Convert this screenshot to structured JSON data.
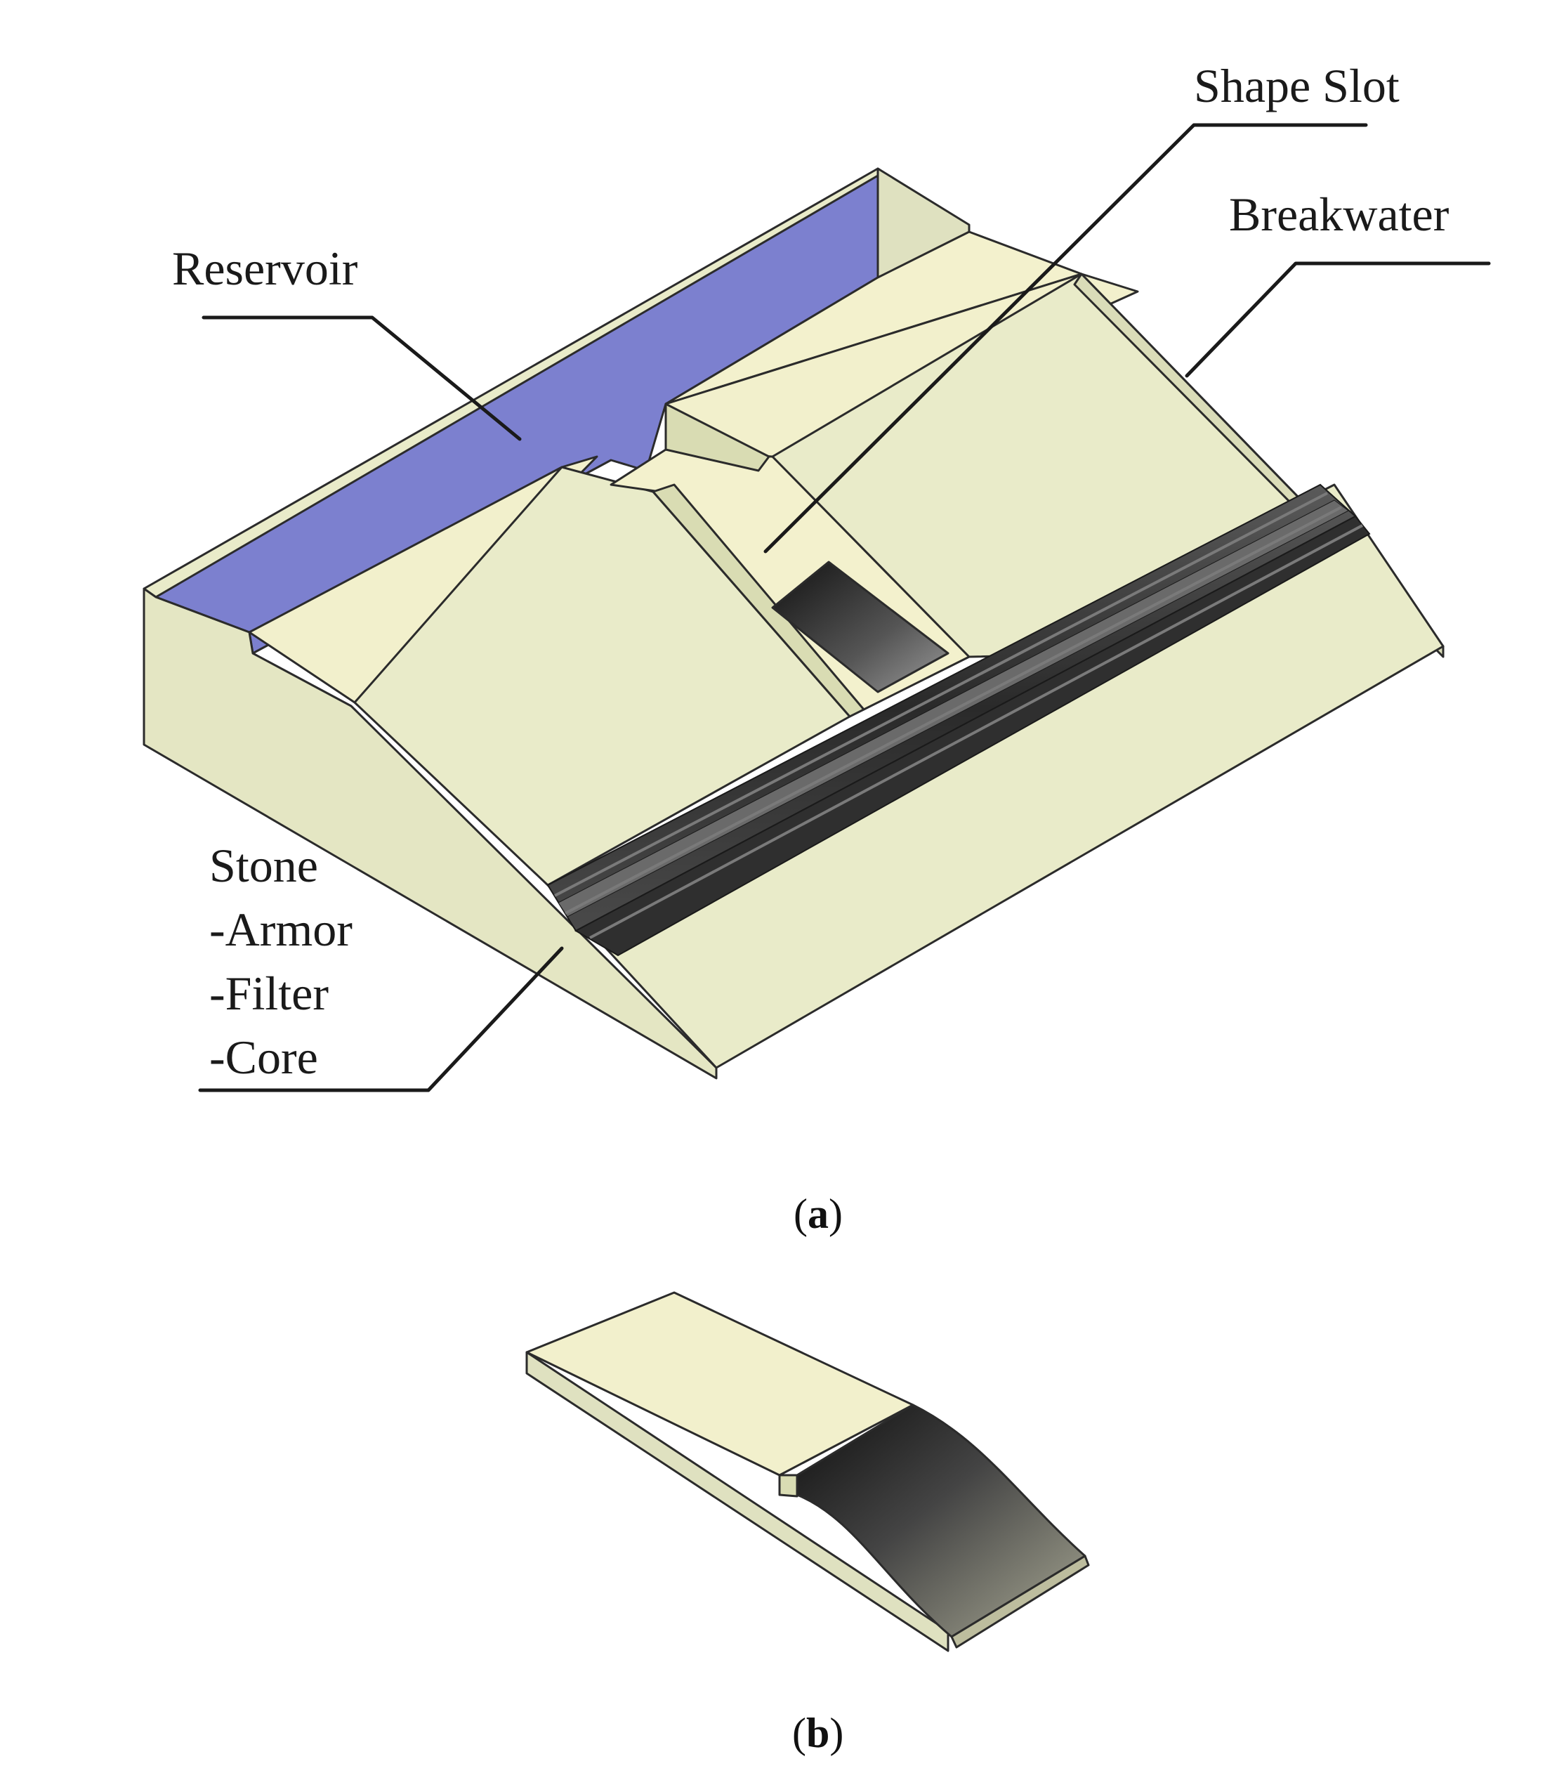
{
  "panel_a": {
    "labels": {
      "reservoir": "Reservoir",
      "shape_slot": "Shape Slot",
      "breakwater": "Breakwater",
      "stone": "Stone",
      "armor": "-Armor",
      "filter": "-Filter",
      "core": "-Core"
    },
    "caption_open": "(",
    "caption_letter": "a",
    "caption_close": ")"
  },
  "panel_b": {
    "caption_open": "(",
    "caption_letter": "b",
    "caption_close": ")"
  },
  "colors": {
    "body": "#e9ebc9",
    "body_light": "#f3f1cd",
    "side": "#d9dcb3",
    "reservoir_water": "#7c80cf",
    "stone_dark": "#3a3a3a",
    "outline": "#2b2b2b"
  }
}
